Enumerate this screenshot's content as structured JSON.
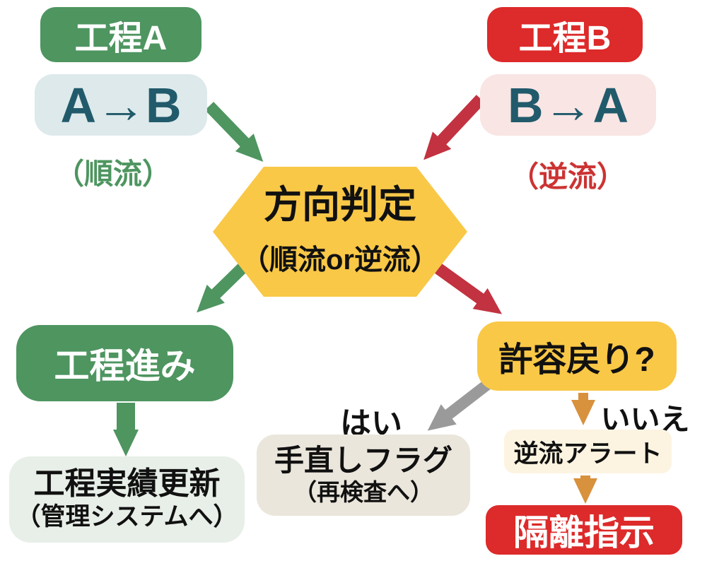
{
  "palette": {
    "green": "#4e9560",
    "pale_green": "#e8efe8",
    "red": "#dd2a2a",
    "arrow_red": "#c23240",
    "caption_red": "#cc3333",
    "pale_pink": "#f8e5e4",
    "pale_blue": "#dde9eb",
    "teal": "#215a6b",
    "yellow": "#f9c847",
    "beige": "#ebe6dc",
    "cream": "#fcf4e1",
    "orange": "#d8913c",
    "gray": "#9a9a9a",
    "text_black": "#111111",
    "white": "#ffffff",
    "background": "#ffffff"
  },
  "nodes": {
    "process_a": {
      "label": "工程A"
    },
    "flow_a_to_b": {
      "label": "A→B"
    },
    "forward_caption": {
      "label": "（順流）"
    },
    "process_b": {
      "label": "工程B"
    },
    "flow_b_to_a": {
      "label": "B→A"
    },
    "backward_caption": {
      "label": "（逆流）"
    },
    "decision": {
      "title": "方向判定",
      "subtitle": "（順流or逆流）"
    },
    "process_advance": {
      "label": "工程進み"
    },
    "record_update": {
      "line1": "工程実績更新",
      "line2": "（管理システムへ）"
    },
    "allow_return": {
      "label": "許容戻り?"
    },
    "rework_flag": {
      "line1": "手直しフラグ",
      "line2": "（再検査へ）"
    },
    "backflow_alert": {
      "label": "逆流アラート"
    },
    "isolation_order": {
      "label": "隔離指示"
    }
  },
  "edge_labels": {
    "yes": "はい",
    "no": "いいえ"
  }
}
